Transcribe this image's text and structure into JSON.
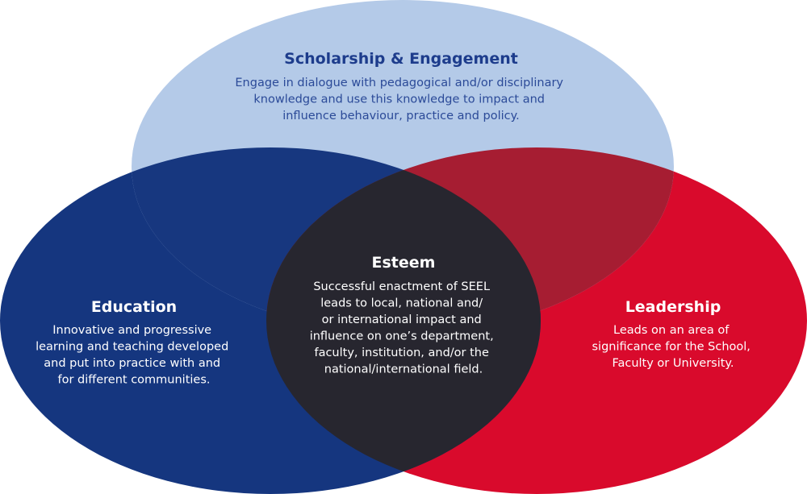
{
  "colors": {
    "scholarship": "#b4cae8",
    "education": "#15367f",
    "leadership": "#d90a2c",
    "sch_edu_overlap": "#17377f",
    "sch_lead_overlap": "#a61d32",
    "center": "#27262f",
    "title_on_light": "#1d3c8c",
    "text_on_light": "#2b4a98",
    "text_on_dark": "#ffffff"
  },
  "scholarship": {
    "title": "Scholarship & Engagement",
    "lines": [
      "Engage in dialogue with pedagogical and/or disciplinary",
      "knowledge and use this knowledge to impact and",
      "influence behaviour, practice and policy."
    ]
  },
  "education": {
    "title": "Education",
    "lines": [
      "Innovative and progressive",
      "learning and teaching developed",
      "and put into practice with and",
      "for different communities."
    ]
  },
  "leadership": {
    "title": "Leadership",
    "lines": [
      "Leads on an area of",
      "significance for the School,",
      "Faculty or University."
    ]
  },
  "esteem": {
    "title": "Esteem",
    "lines": [
      "Successful enactment of SEEL",
      "leads to local, national and/",
      "or international impact and",
      "influence on one’s department,",
      "faculty, institution, and/or the",
      "national/international field."
    ]
  }
}
